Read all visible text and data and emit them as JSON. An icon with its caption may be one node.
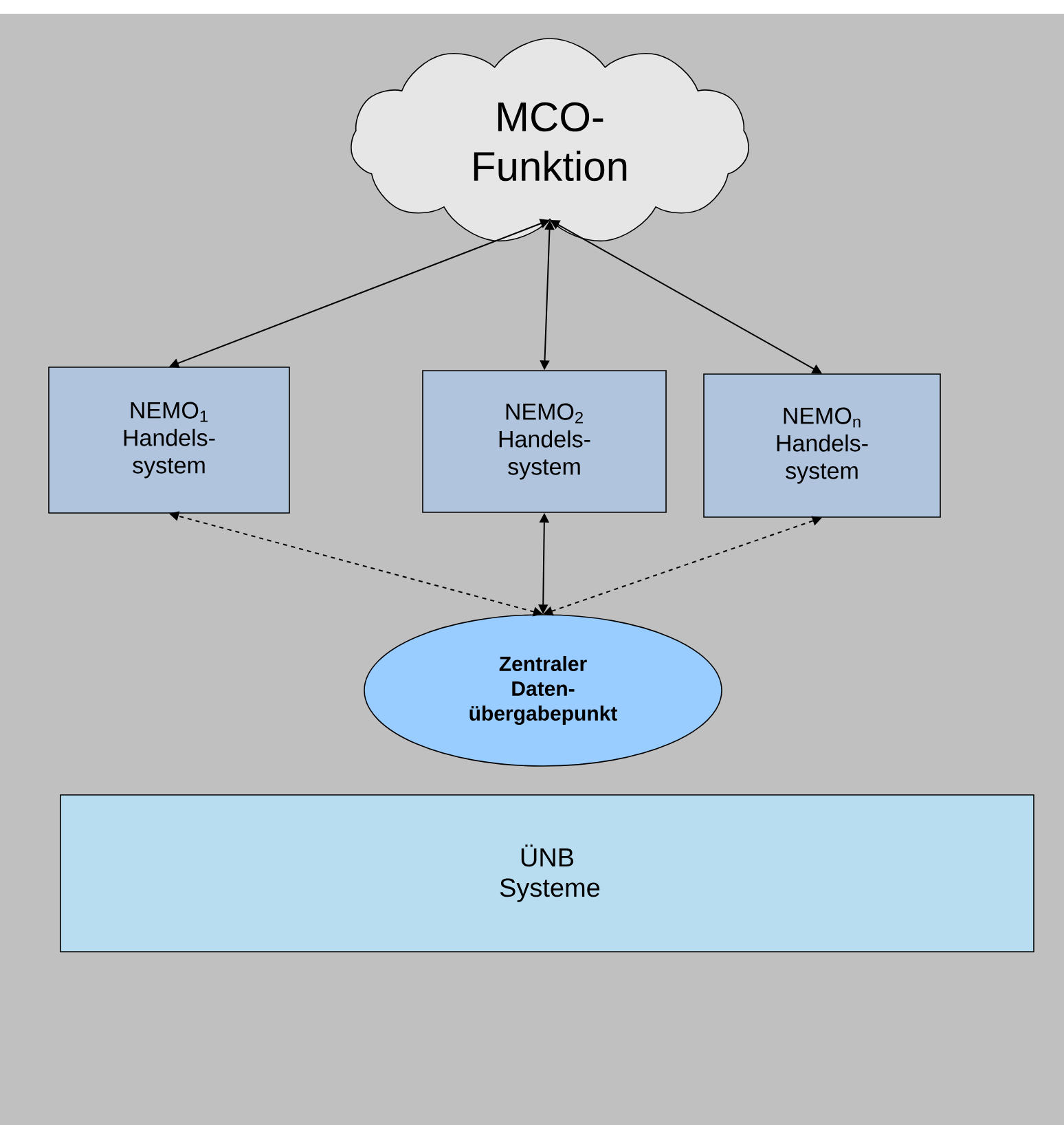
{
  "diagram": {
    "nodes": [
      {
        "text": [
          "MCO- Funktion"
        ]
      },
      {
        "text": [
          "NEMO$_{1}$ Handels- system"
        ]
      },
      {
        "text": [
          "NEMO$_{2}$ Handels- system"
        ]
      },
      {
        "text": [
          "NEMO$_{n}$ Handels- system"
        ]
      },
      {
        "text": [
          "Zentraler Daten- übergabepunkt"
        ]
      },
      {
        "text": [
          "ÜNB Systeme"
        ]
      }
    ],
    "edges": [
      {
        "from": 0,
        "to": 1,
        "arrow": "both"
      },
      {
        "from": 0,
        "to": 2,
        "arrow": "both"
      },
      {
        "from": 0,
        "to": 3,
        "arrow": "both"
      },
      {
        "from": 4,
        "to": 1,
        "arrow": "both",
        "style": "dashed"
      },
      {
        "from": 4,
        "to": 2,
        "arrow": "both"
      },
      {
        "from": 4,
        "to": 3,
        "arrow": "both",
        "style": "dashed"
      }
    ]
  }
}
